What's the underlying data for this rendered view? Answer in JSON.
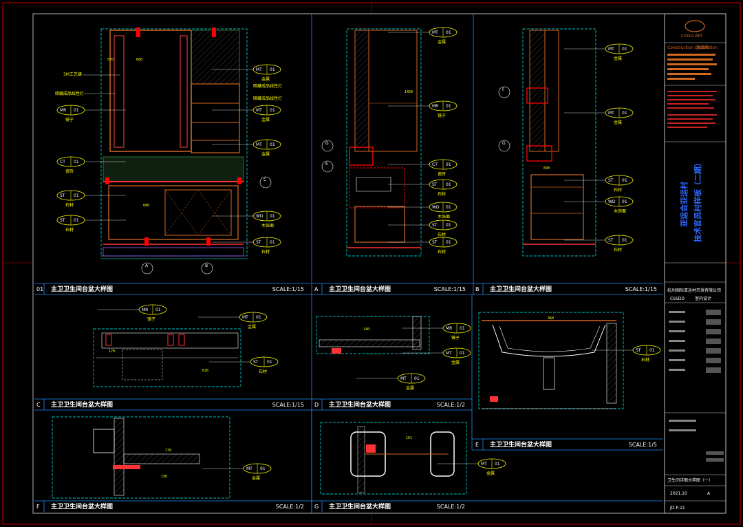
{
  "panels": [
    {
      "id": "01",
      "title": "主卫卫生间台盆大样图",
      "scale": "SCALE:1/15"
    },
    {
      "id": "A",
      "title": "主卫卫生间台盆大样图",
      "scale": "SCALE:1/15"
    },
    {
      "id": "B",
      "title": "主卫卫生间台盆大样图",
      "scale": "SCALE:1/15"
    },
    {
      "id": "C",
      "title": "主卫卫生间台盆大样图",
      "scale": "SCALE:1/15"
    },
    {
      "id": "D",
      "title": "主卫卫生间台盆大样图",
      "scale": "SCALE:1/2"
    },
    {
      "id": "E",
      "title": "主卫卫生间台盆大样图",
      "scale": "SCALE:1/5"
    },
    {
      "id": "F",
      "title": "主卫卫生间台盆大样图",
      "scale": "SCALE:1/2"
    },
    {
      "id": "G",
      "title": "主卫卫生间台盆大样图",
      "scale": "SCALE:1/2"
    }
  ],
  "tags": {
    "mt": {
      "code": "MT",
      "num": "01",
      "label": "金属"
    },
    "mr": {
      "code": "MR",
      "num": "01",
      "label": "镜子"
    },
    "st": {
      "code": "ST",
      "num": "01",
      "label": "石材"
    },
    "wd": {
      "code": "WD",
      "num": "01",
      "label": "木饰面"
    },
    "ct": {
      "code": "CT",
      "num": "01",
      "label": "瓷砖"
    }
  },
  "annotations": {
    "hidden_light": "暗藏成品线性灯",
    "section_marks": [
      "A",
      "B",
      "C",
      "D",
      "E",
      "F",
      "G"
    ]
  },
  "title_block": {
    "logo": "COGO ART",
    "company_sub": "Construction Decoration",
    "company_cn": "金缇缔",
    "project_vertical_1": "亚运会亚运村",
    "project_vertical_2": "技术官员村样板（二期）",
    "client": "杭州国际亚运村开发有限公司",
    "design_code": "CSSDD",
    "design_type": "室内设计",
    "drawing_name": "卫生间详图大样图（一）",
    "date": "2021.10",
    "revision": "A",
    "drawing_no": "JD-P-21"
  },
  "colors": {
    "background": "#000000",
    "frame": "#cc0000",
    "panel_border": "#1e90ff",
    "annotation": "#ffff00",
    "cyan": "#00ffff",
    "red": "#ff2222",
    "green": "#3a8a3a",
    "orange": "#d2691e"
  }
}
